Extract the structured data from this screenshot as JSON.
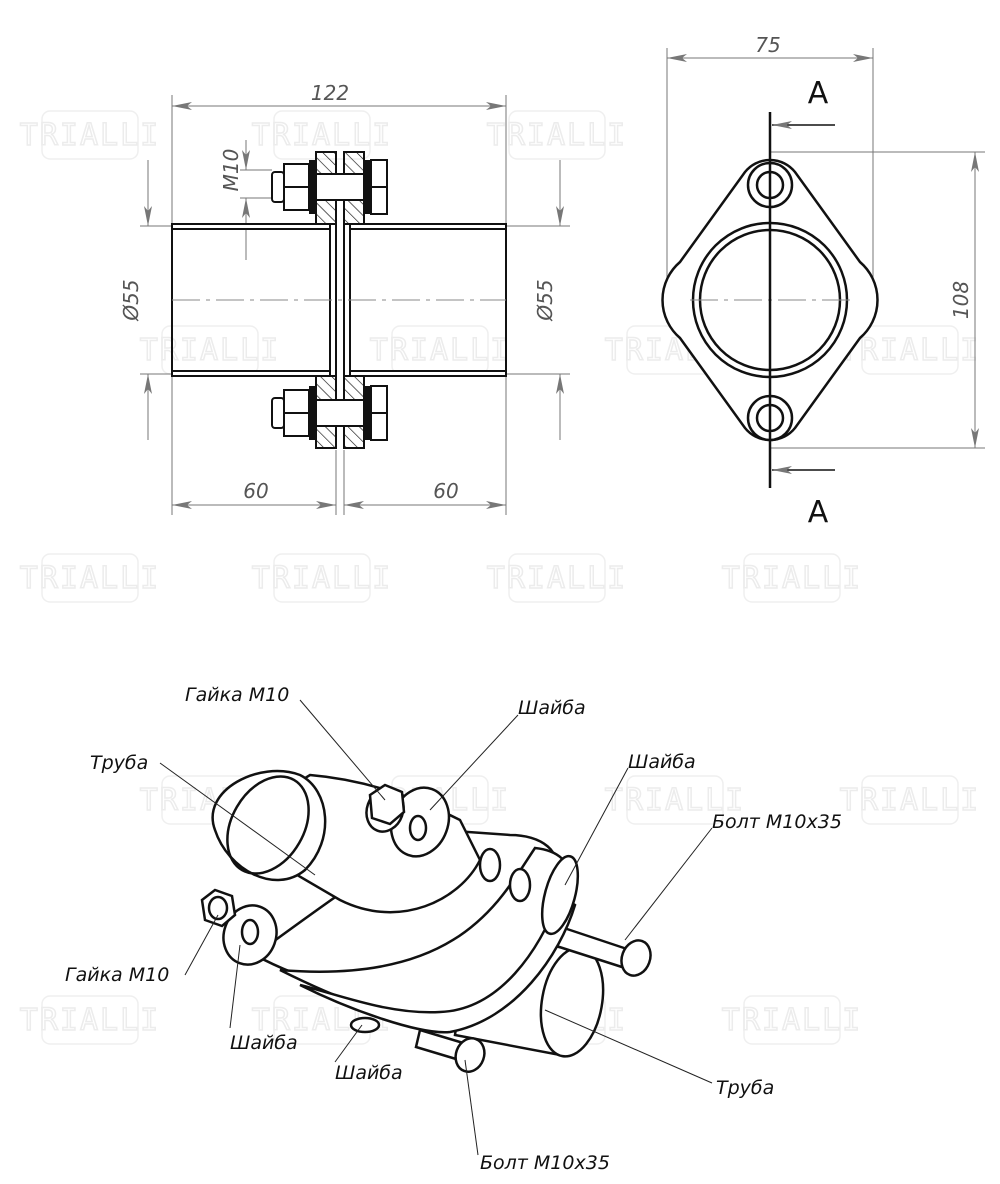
{
  "watermark": "TRIALLI",
  "side_view": {
    "overall_length": "122",
    "left_diameter": "Ø55",
    "right_diameter": "Ø55",
    "bolt_size": "M10",
    "left_length": "60",
    "right_length": "60"
  },
  "front_view": {
    "width": "75",
    "height": "108",
    "section_top": "A",
    "section_bottom": "A"
  },
  "iso_view": {
    "labels": [
      "Гайка М10",
      "Шайба",
      "Труба",
      "Шайба",
      "Болт М10х35",
      "Гайка М10",
      "Шайба",
      "Шайба",
      "Труба",
      "Болт М10х35"
    ]
  }
}
